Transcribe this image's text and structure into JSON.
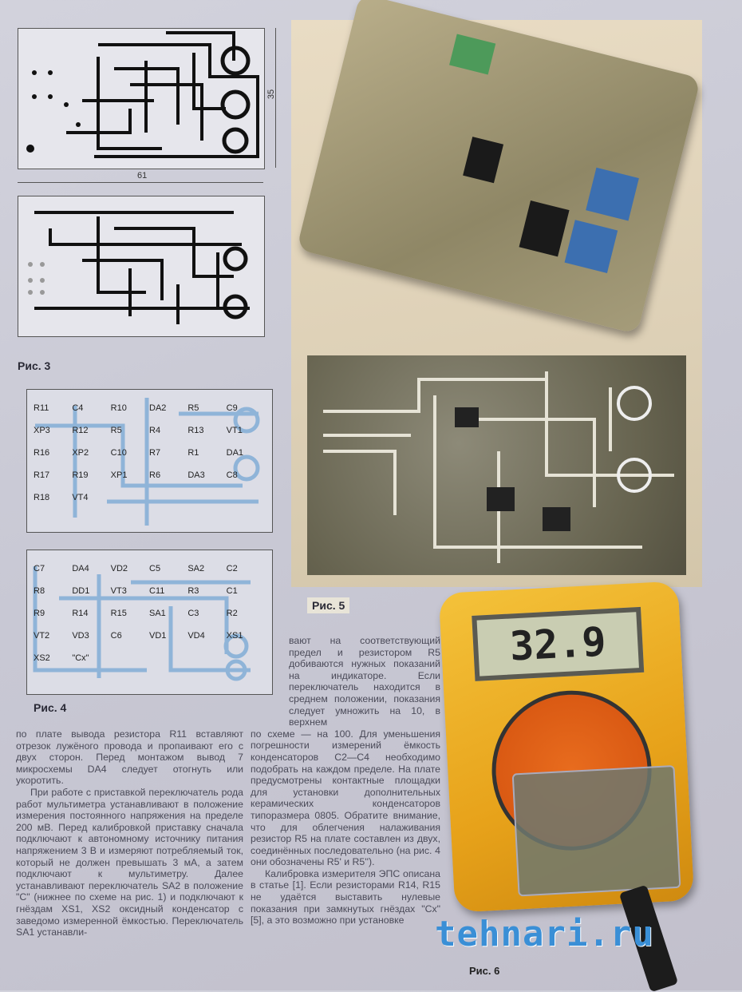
{
  "figure3": {
    "caption": "Рис. 3",
    "dimension_width": "61",
    "dimension_height": "35"
  },
  "figure4": {
    "caption": "Рис. 4",
    "board_a_labels": [
      "R11",
      "C4",
      "R10",
      "DA2",
      "R5",
      "C9",
      "XP3",
      "R12",
      "R5",
      "R4",
      "R13",
      "VT1",
      "R16",
      "XP2",
      "C10",
      "R7",
      "R1",
      "DA1",
      "R17",
      "R19",
      "XP1",
      "R6",
      "DA3",
      "C8",
      "R18",
      "VT4"
    ],
    "board_b_labels": [
      "C7",
      "DA4",
      "VD2",
      "C5",
      "SA2",
      "C2",
      "R8",
      "DD1",
      "VT3",
      "C11",
      "R3",
      "C1",
      "R9",
      "R14",
      "R15",
      "SA1",
      "C3",
      "R2",
      "VT2",
      "VD3",
      "C6",
      "VD1",
      "VD4",
      "XS1",
      "XS2",
      "\"Cx\""
    ]
  },
  "figure5": {
    "caption": "Рис. 5",
    "caption_partial": "Рис. 6",
    "multimeter_display": "32.9"
  },
  "watermark": "tehnari.ru",
  "article": {
    "left_column": [
      {
        "indent": false,
        "text": "по плате вывода резистора R11 вставляют отрезок лужёного провода и пропаивают его с двух сторон. Перед монтажом вывод 7 микросхемы DA4 следует отогнуть или укоротить."
      },
      {
        "indent": true,
        "text": "При работе с приставкой переключатель рода работ мультиметра устанавливают в положение измерения постоянного напряжения на пределе 200 мВ. Перед калибровкой приставку сначала подключают к автономному источнику питания напряжением 3 В и измеряют потребляемый ток, который не должен превышать 3 мА, а затем подключают к мультиметру. Далее устанавливают переключатель SA2 в положение \"С\" (нижнее по схеме на рис. 1) и подключают к гнёздам XS1, XS2 оксидный конденсатор с заведомо измеренной ёмкостью. Переключатель SA1 устанавли-"
      }
    ],
    "right_column_narrow": "вают на соответствующий предел и резистором R5 добиваются нужных показаний на индикаторе. Если переключатель находится в среднем положении, показания следует умножить на 10, в верхнем",
    "right_column_wide": [
      {
        "indent": false,
        "text": "по схеме — на 100. Для уменьшения погрешности измерений ёмкость конденсаторов C2—C4 необходимо подобрать на каждом пределе. На плате предусмотрены контактные площадки для установки дополнительных керамических конденсаторов типоразмера 0805. Обратите внимание, что для облегчения налаживания резистор R5 на плате составлен из двух, соединённых последовательно (на рис. 4 они обозначены R5' и R5'')."
      },
      {
        "indent": true,
        "text": "Калибровка измерителя ЭПС описана в статье [1]. Если резисторами R14, R15 не удаётся выставить нулевые показания при замкнутых гнёздах \"Cx\" [5], а это возможно при установке"
      }
    ]
  }
}
